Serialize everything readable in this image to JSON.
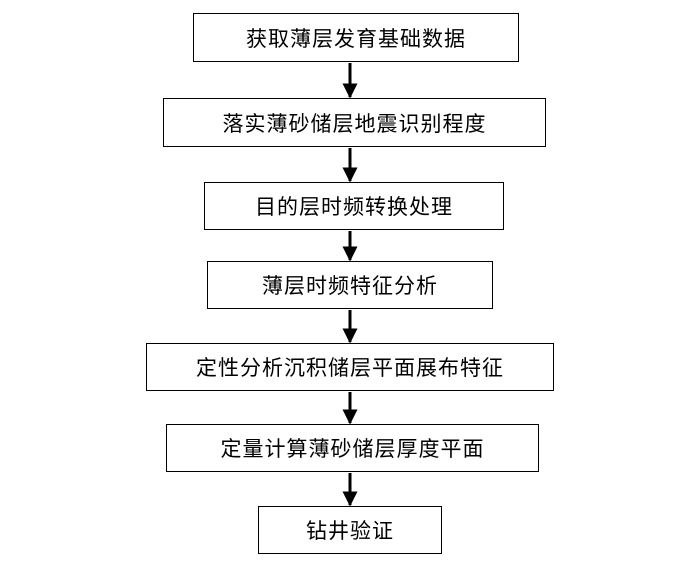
{
  "flowchart": {
    "steps": [
      "获取薄层发育基础数据",
      "落实薄砂储层地震识别程度",
      "目的层时频转换处理",
      "薄层时频特征分析",
      "定性分析沉积储层平面展布特征",
      "定量计算薄砂储层厚度平面",
      "钻井验证"
    ]
  }
}
